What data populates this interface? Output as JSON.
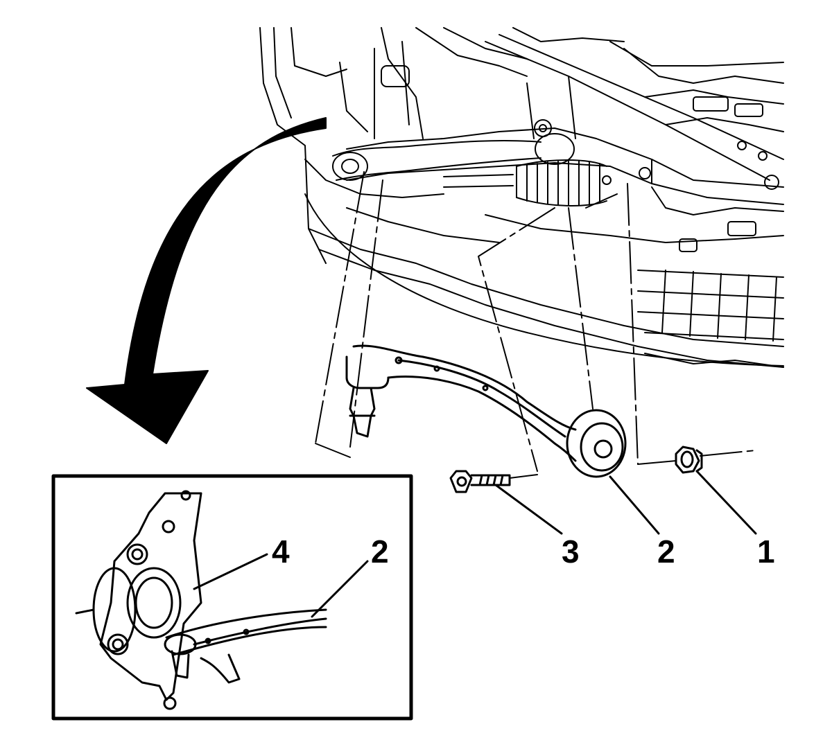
{
  "callouts": {
    "main_1": "1",
    "main_2": "2",
    "main_3": "3",
    "inset_4": "4",
    "inset_2": "2"
  },
  "colors": {
    "line": "#000000",
    "background": "#ffffff"
  }
}
